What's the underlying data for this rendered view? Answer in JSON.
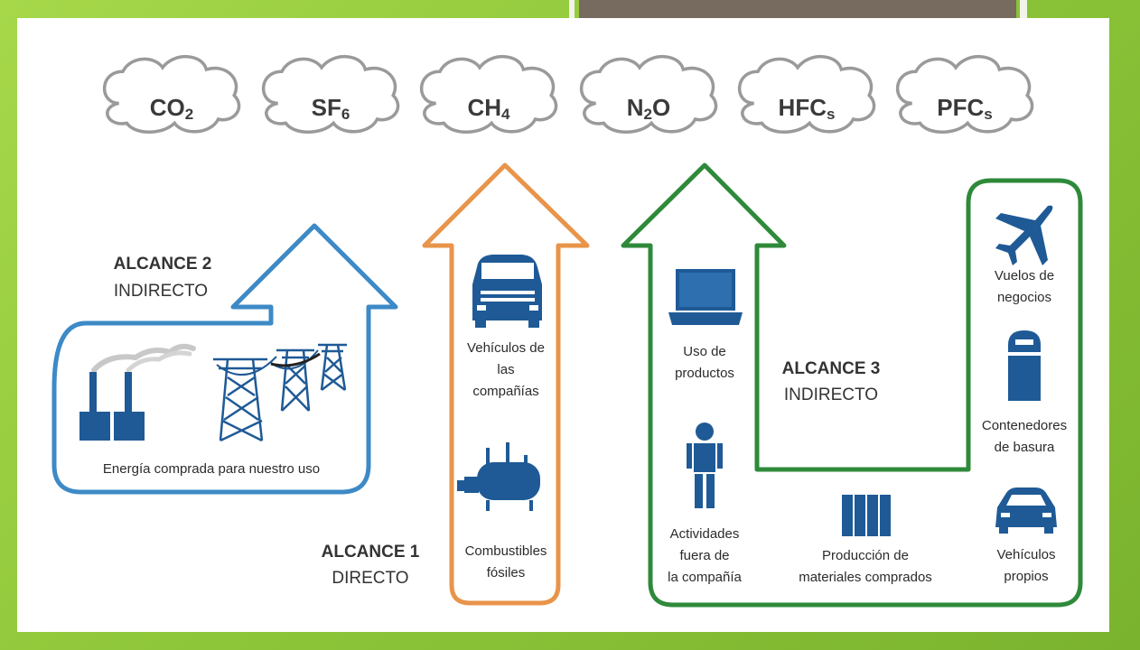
{
  "gases": [
    {
      "main": "CO",
      "sub": "2"
    },
    {
      "main": "SF",
      "sub": "6"
    },
    {
      "main": "CH",
      "sub": "4"
    },
    {
      "main": "N",
      "sub": "2",
      "tail": "O"
    },
    {
      "main": "HFC",
      "sub": "s"
    },
    {
      "main": "PFC",
      "sub": "s"
    }
  ],
  "scopes": {
    "scope2": {
      "title": "ALCANCE 2",
      "subtitle": "INDIRECTO",
      "color": "#3d8ac6",
      "label": "Energía comprada para nuestro uso"
    },
    "scope1": {
      "title": "ALCANCE 1",
      "subtitle": "DIRECTO",
      "color": "#e8944a",
      "items": [
        [
          "Vehículos de",
          "las",
          "compañías"
        ],
        [
          "Combustibles",
          "fósiles"
        ]
      ]
    },
    "scope3": {
      "title": "ALCANCE 3",
      "subtitle": "INDIRECTO",
      "color": "#2e8a3a",
      "items": [
        [
          "Uso de",
          "productos"
        ],
        [
          "Actividades",
          "fuera de",
          "la compañía"
        ],
        [
          "Producción de",
          "materiales comprados"
        ],
        [
          "Vuelos de",
          "negocios"
        ],
        [
          "Contenedores",
          "de basura"
        ],
        [
          "Vehículos",
          "propios"
        ]
      ]
    }
  },
  "colors": {
    "icon": "#1f5a96",
    "cloud_stroke": "#9a9a9a",
    "cloud_fill": "#ffffff"
  },
  "icons": [
    "factory-icon",
    "power-tower-icon",
    "van-icon",
    "boiler-icon",
    "laptop-icon",
    "person-icon",
    "materials-icon",
    "airplane-icon",
    "trash-bin-icon",
    "car-icon"
  ]
}
